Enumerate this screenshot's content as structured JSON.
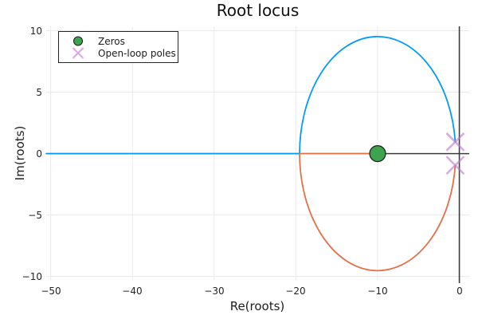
{
  "title": "Root locus",
  "axes": {
    "xlabel": "Re(roots)",
    "ylabel": "Im(roots)",
    "x_tick_labels": [
      "−50",
      "−40",
      "−30",
      "−20",
      "−10",
      "0"
    ],
    "y_tick_labels": [
      "10",
      "5",
      "0",
      "−5",
      "−10"
    ]
  },
  "legend": {
    "items": [
      {
        "label": "Zeros",
        "marker": "filled-circle",
        "color": "#3da44e"
      },
      {
        "label": "Open-loop poles",
        "marker": "x-cross",
        "color": "#c371d2"
      }
    ]
  },
  "colors": {
    "branch_upper": "#009af9",
    "branch_lower": "#e36f47",
    "zero_marker_fill": "#3da44e",
    "zero_marker_edge": "#1b1b1b",
    "pole_marker": "#c371d2",
    "grid": "#eaeaea",
    "zero_line": "#3c3c3c",
    "text": "#1c1c1c"
  },
  "chart_data": {
    "type": "line",
    "title": "Root locus",
    "xlabel": "Re(roots)",
    "ylabel": "Im(roots)",
    "xlim": [
      -50.55,
      1.21
    ],
    "ylim": [
      -10.28,
      10.36
    ],
    "x_ticks": [
      -50,
      -40,
      -30,
      -20,
      -10,
      0
    ],
    "y_ticks": [
      10,
      5,
      0,
      -5,
      -10
    ],
    "grid": true,
    "zero_lines_through_origin": true,
    "legend_position": "top-left",
    "zeros": [
      {
        "re": -10,
        "im": 0
      }
    ],
    "poles": [
      {
        "re": -0.5,
        "im": 0.95
      },
      {
        "re": -0.5,
        "im": -0.95
      }
    ],
    "locus_circle": {
      "center_re": -10,
      "center_im": 0,
      "radius": 9.55
    },
    "breakin_re": -19.55,
    "series": [
      {
        "name": "branch-1",
        "color": "#009af9",
        "description": "real-axis segment from plot edge (-50.5) to break-in point, then upper half of locus circle ending at pole -0.5+0.95j",
        "sample_points": [
          [
            -50.5,
            0
          ],
          [
            -40,
            0
          ],
          [
            -30,
            0
          ],
          [
            -19.55,
            0
          ],
          [
            -18,
            5.22
          ],
          [
            -15,
            8.14
          ],
          [
            -10,
            9.55
          ],
          [
            -5,
            8.14
          ],
          [
            -2,
            5.22
          ],
          [
            -0.5,
            0.95
          ]
        ]
      },
      {
        "name": "branch-2",
        "color": "#e36f47",
        "description": "real-axis segment from break-in point to zero at -10, then lower half of locus circle ending at pole -0.5-0.95j",
        "sample_points": [
          [
            -10,
            0
          ],
          [
            -19.55,
            0
          ],
          [
            -18,
            -5.22
          ],
          [
            -15,
            -8.14
          ],
          [
            -10,
            -9.55
          ],
          [
            -5,
            -8.14
          ],
          [
            -2,
            -5.22
          ],
          [
            -0.5,
            -0.95
          ]
        ]
      }
    ]
  }
}
